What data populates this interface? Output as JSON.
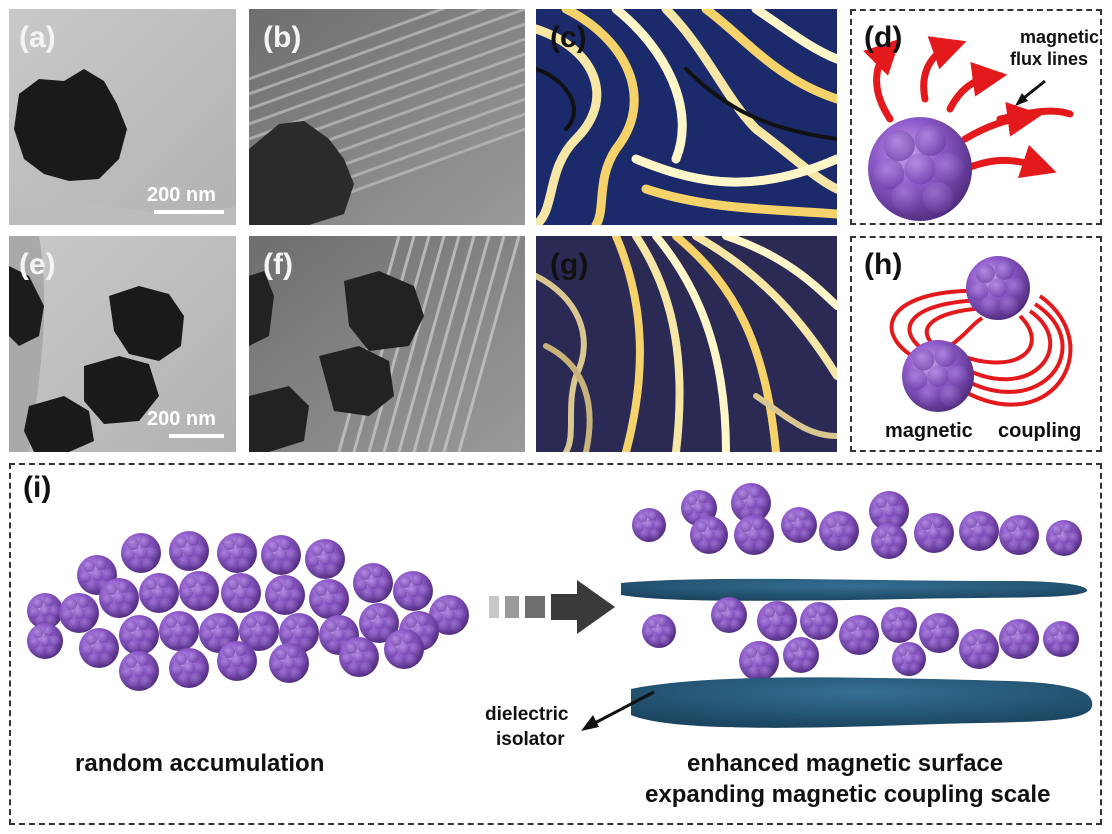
{
  "panels": {
    "a": {
      "label": "(a)",
      "scale": "200 nm"
    },
    "b": {
      "label": "(b)"
    },
    "c": {
      "label": "(c)"
    },
    "d": {
      "label": "(d)",
      "annotation_line1": "magnetic",
      "annotation_line2": "flux lines"
    },
    "e": {
      "label": "(e)",
      "scale": "200 nm"
    },
    "f": {
      "label": "(f)"
    },
    "g": {
      "label": "(g)"
    },
    "h": {
      "label": "(h)",
      "caption_left": "magnetic",
      "caption_right": "coupling"
    },
    "i": {
      "label": "(i)",
      "left_caption": "random accumulation",
      "right_caption_line1": "enhanced magnetic surface",
      "right_caption_line2": "expanding magnetic coupling scale",
      "dielectric_line1": "dielectric",
      "dielectric_line2": "isolator"
    }
  },
  "colors": {
    "particle": "#8e5bc6",
    "flux": "#e3191c",
    "dielectric": "#2b5d7f"
  }
}
